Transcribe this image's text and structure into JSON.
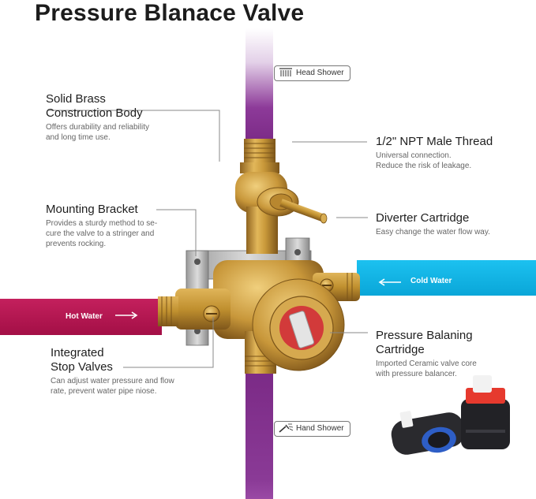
{
  "title": "Pressure Blanace Valve",
  "labels": {
    "solid_brass": {
      "heading_1": "Solid Brass",
      "heading_2": "Construction Body",
      "desc_1": "Offers durability and reliability",
      "desc_2": "and long time use."
    },
    "mounting": {
      "heading": "Mounting Bracket",
      "desc_1": "Provides a sturdy method to se-",
      "desc_2": "cure the valve to a stringer and",
      "desc_3": "prevents rocking."
    },
    "stop_valves": {
      "heading_1": "Integrated",
      "heading_2": "Stop Valves",
      "desc_1": "Can adjust water pressure and flow",
      "desc_2": "rate, prevent water pipe niose."
    },
    "npt": {
      "heading": "1/2\" NPT Male Thread",
      "desc_1": "Universal connection.",
      "desc_2": "Reduce the risk of leakage."
    },
    "diverter": {
      "heading": "Diverter Cartridge",
      "desc_1": "Easy change the water flow way."
    },
    "pressure_cartridge": {
      "heading_1": "Pressure Balaning",
      "heading_2": "Cartridge",
      "desc_1": "Imported Ceramic valve core",
      "desc_2": "with pressure balancer."
    }
  },
  "tags": {
    "head_shower": "Head Shower",
    "hand_shower": "Hand Shower"
  },
  "pipes": {
    "hot_water": "Hot Water",
    "cold_water": "Cold Water"
  },
  "colors": {
    "purple_pipe": "#7b2a86",
    "hot_pipe": "#b5134f",
    "cold_pipe": "#12b6e8",
    "brass": "#c9993a"
  },
  "icons": {
    "head_shower": "shower-head-icon",
    "hand_shower": "hand-shower-icon",
    "arrow": "arrow-icon"
  }
}
